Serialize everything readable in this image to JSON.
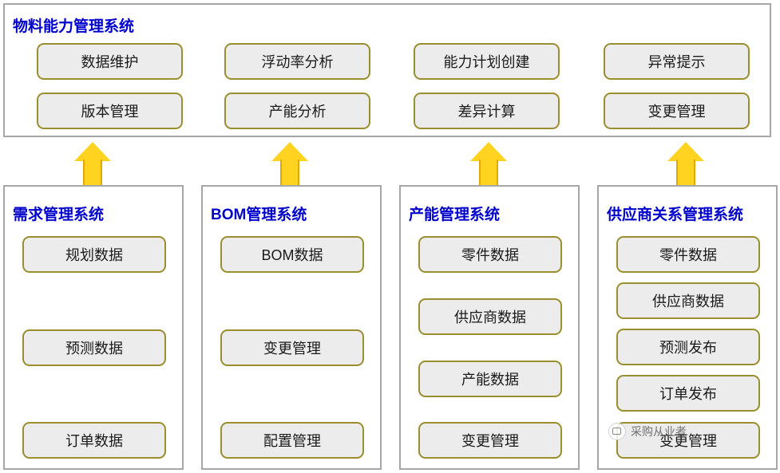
{
  "top_panel": {
    "title": "物料能力管理系统",
    "columns": [
      {
        "items": [
          "数据维护",
          "版本管理"
        ]
      },
      {
        "items": [
          "浮动率分析",
          "产能分析"
        ]
      },
      {
        "items": [
          "能力计划创建",
          "差异计算"
        ]
      },
      {
        "items": [
          "异常提示",
          "变更管理"
        ]
      }
    ]
  },
  "arrows": [
    {
      "name": "arrow-up-1"
    },
    {
      "name": "arrow-up-2"
    },
    {
      "name": "arrow-up-3"
    },
    {
      "name": "arrow-up-4"
    }
  ],
  "bottom_panels": [
    {
      "title": "需求管理系统",
      "items": [
        "规划数据",
        "预测数据",
        "订单数据"
      ]
    },
    {
      "title": "BOM管理系统",
      "items": [
        "BOM数据",
        "变更管理",
        "配置管理"
      ]
    },
    {
      "title": "产能管理系统",
      "items": [
        "零件数据",
        "供应商数据",
        "产能数据",
        "变更管理"
      ]
    },
    {
      "title": "供应商关系管理系统",
      "items": [
        "零件数据",
        "供应商数据",
        "预测发布",
        "订单发布",
        "变更管理"
      ]
    }
  ],
  "watermark": {
    "text": "采购从业者"
  },
  "colors": {
    "title": "#0000cc",
    "node_border": "#9a8e2e",
    "node_fill": "#ececec",
    "arrow": "#ffd320",
    "panel_border": "#a6a6a6"
  }
}
